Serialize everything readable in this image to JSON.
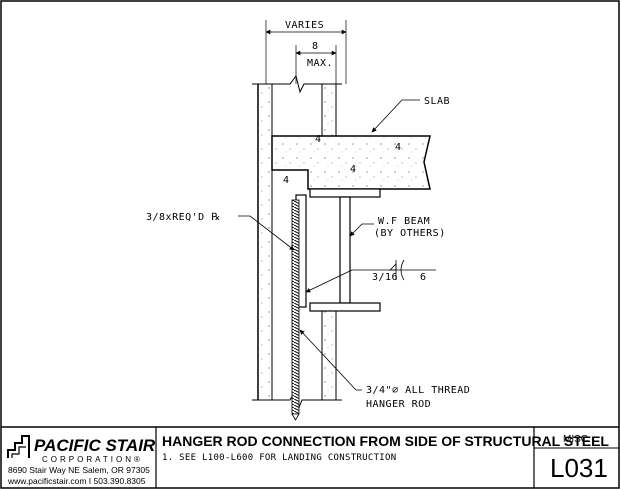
{
  "labels": {
    "varies": "VARIES",
    "dim_8": "8",
    "max": "MAX.",
    "slab": "SLAB",
    "plate": "3/8xREQ'D ℞",
    "beam_line1": "W.F BEAM",
    "beam_line2": "(BY OTHERS)",
    "weld_size": "3/16",
    "weld_len": "6",
    "rod_line1": "3/4\"⌀ ALL THREAD",
    "rod_line2": "HANGER ROD"
  },
  "title_block": {
    "logo_main": "PACIFIC STAIR",
    "logo_sub": "CORPORATION®",
    "address": "8690 Stair Way NE Salem, OR 97305",
    "contact": "www.pacificstair.com  I  503.390.8305",
    "title": "HANGER ROD CONNECTION FROM SIDE OF STRUCTURAL STEEL",
    "note": "1. SEE L100-L600 FOR LANDING CONSTRUCTION",
    "category": "MISC.",
    "drawing_number": "L031"
  }
}
